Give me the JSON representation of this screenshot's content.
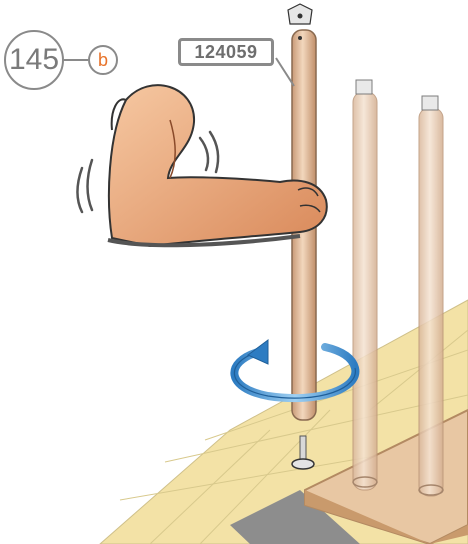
{
  "step": {
    "number": "145",
    "sub": "b"
  },
  "part": {
    "number": "124059"
  },
  "colors": {
    "accent": "#e8732a",
    "rotate_arrow": "#1f6fb3",
    "wood": "#e8c7a3",
    "floor": "#f3e2a6"
  },
  "icons": [
    "flexed-arm-icon",
    "rotate-arrow-icon",
    "table-leg",
    "leveling-foot",
    "floor-tiles",
    "tabletop"
  ]
}
